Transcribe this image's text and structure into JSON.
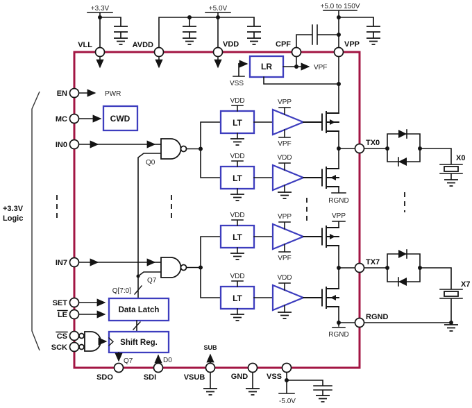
{
  "colors": {
    "border": "#A31543",
    "block": "#3D3DBE",
    "wire": "#141414",
    "text": "#111111"
  },
  "supplies": {
    "logic_33": "+3.3V",
    "logic_50": "+5.0V",
    "high_voltage": "+5.0 to 150V",
    "negative": "-5.0V"
  },
  "pins": {
    "top": {
      "vll": "VLL",
      "avdd": "AVDD",
      "vdd": "VDD",
      "cpf": "CPF",
      "vpp": "VPP"
    },
    "left": {
      "en": "EN",
      "mc": "MC",
      "in0": "IN0",
      "in7": "IN7",
      "set": "SET",
      "le": "LE",
      "cs": "CS",
      "sck": "SCK"
    },
    "bottom": {
      "sdo": "SDO",
      "sdi": "SDI",
      "vsub": "VSUB",
      "gnd": "GND",
      "vss": "VSS"
    },
    "right": {
      "tx0": "TX0",
      "tx7": "TX7",
      "rgnd": "RGND"
    }
  },
  "blocks": {
    "lr": "LR",
    "cwd": "CWD",
    "lt": "LT",
    "data_latch": "Data Latch",
    "shift_reg": "Shift Reg."
  },
  "signals": {
    "pwr": "PWR",
    "vpf": "VPF",
    "vss": "VSS",
    "vdd": "VDD",
    "vpp": "VPP",
    "rgnd": "RGND",
    "sub": "SUB",
    "q0": "Q0",
    "q7": "Q7",
    "d0": "D0",
    "q_bus": "Q[7:0]"
  },
  "transducers": {
    "x0": "X0",
    "x7": "X7"
  },
  "brace": {
    "line1": "+3.3V",
    "line2": "Logic"
  }
}
